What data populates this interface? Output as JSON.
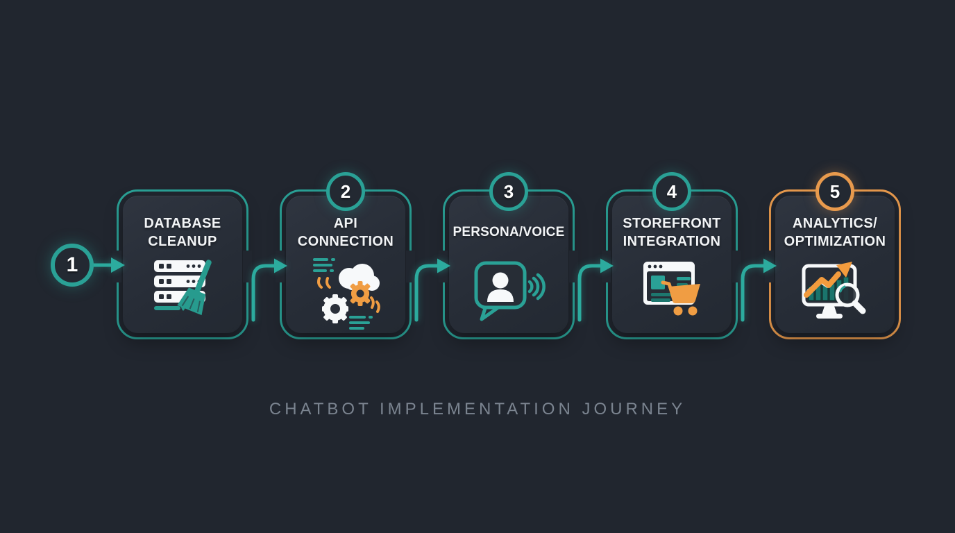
{
  "title": "CHATBOT IMPLEMENTATION JOURNEY",
  "colors": {
    "background": "#21262f",
    "teal_accent": "#2aa196",
    "orange_accent": "#e89a4d",
    "icon_orange": "#f09d43",
    "icon_white": "#f7f9fa",
    "card_fill_top": "#2f3540",
    "card_fill_bottom": "#232932",
    "label_text": "#f2f4f6",
    "title_text": "#7b8490"
  },
  "steps": [
    {
      "number": "1",
      "label": "DATABASE\nCLEANUP",
      "icon": "server-cleanup-icon",
      "accent": "teal"
    },
    {
      "number": "2",
      "label": "API\nCONNECTION",
      "icon": "cloud-gears-api-icon",
      "accent": "teal"
    },
    {
      "number": "3",
      "label": "PERSONA/VOICE",
      "icon": "chat-bubble-voice-icon",
      "accent": "teal"
    },
    {
      "number": "4",
      "label": "STOREFRONT\nINTEGRATION",
      "icon": "browser-cart-icon",
      "accent": "teal"
    },
    {
      "number": "5",
      "label": "ANALYTICS/\nOPTIMIZATION",
      "icon": "analytics-magnifier-icon",
      "accent": "orange"
    }
  ]
}
